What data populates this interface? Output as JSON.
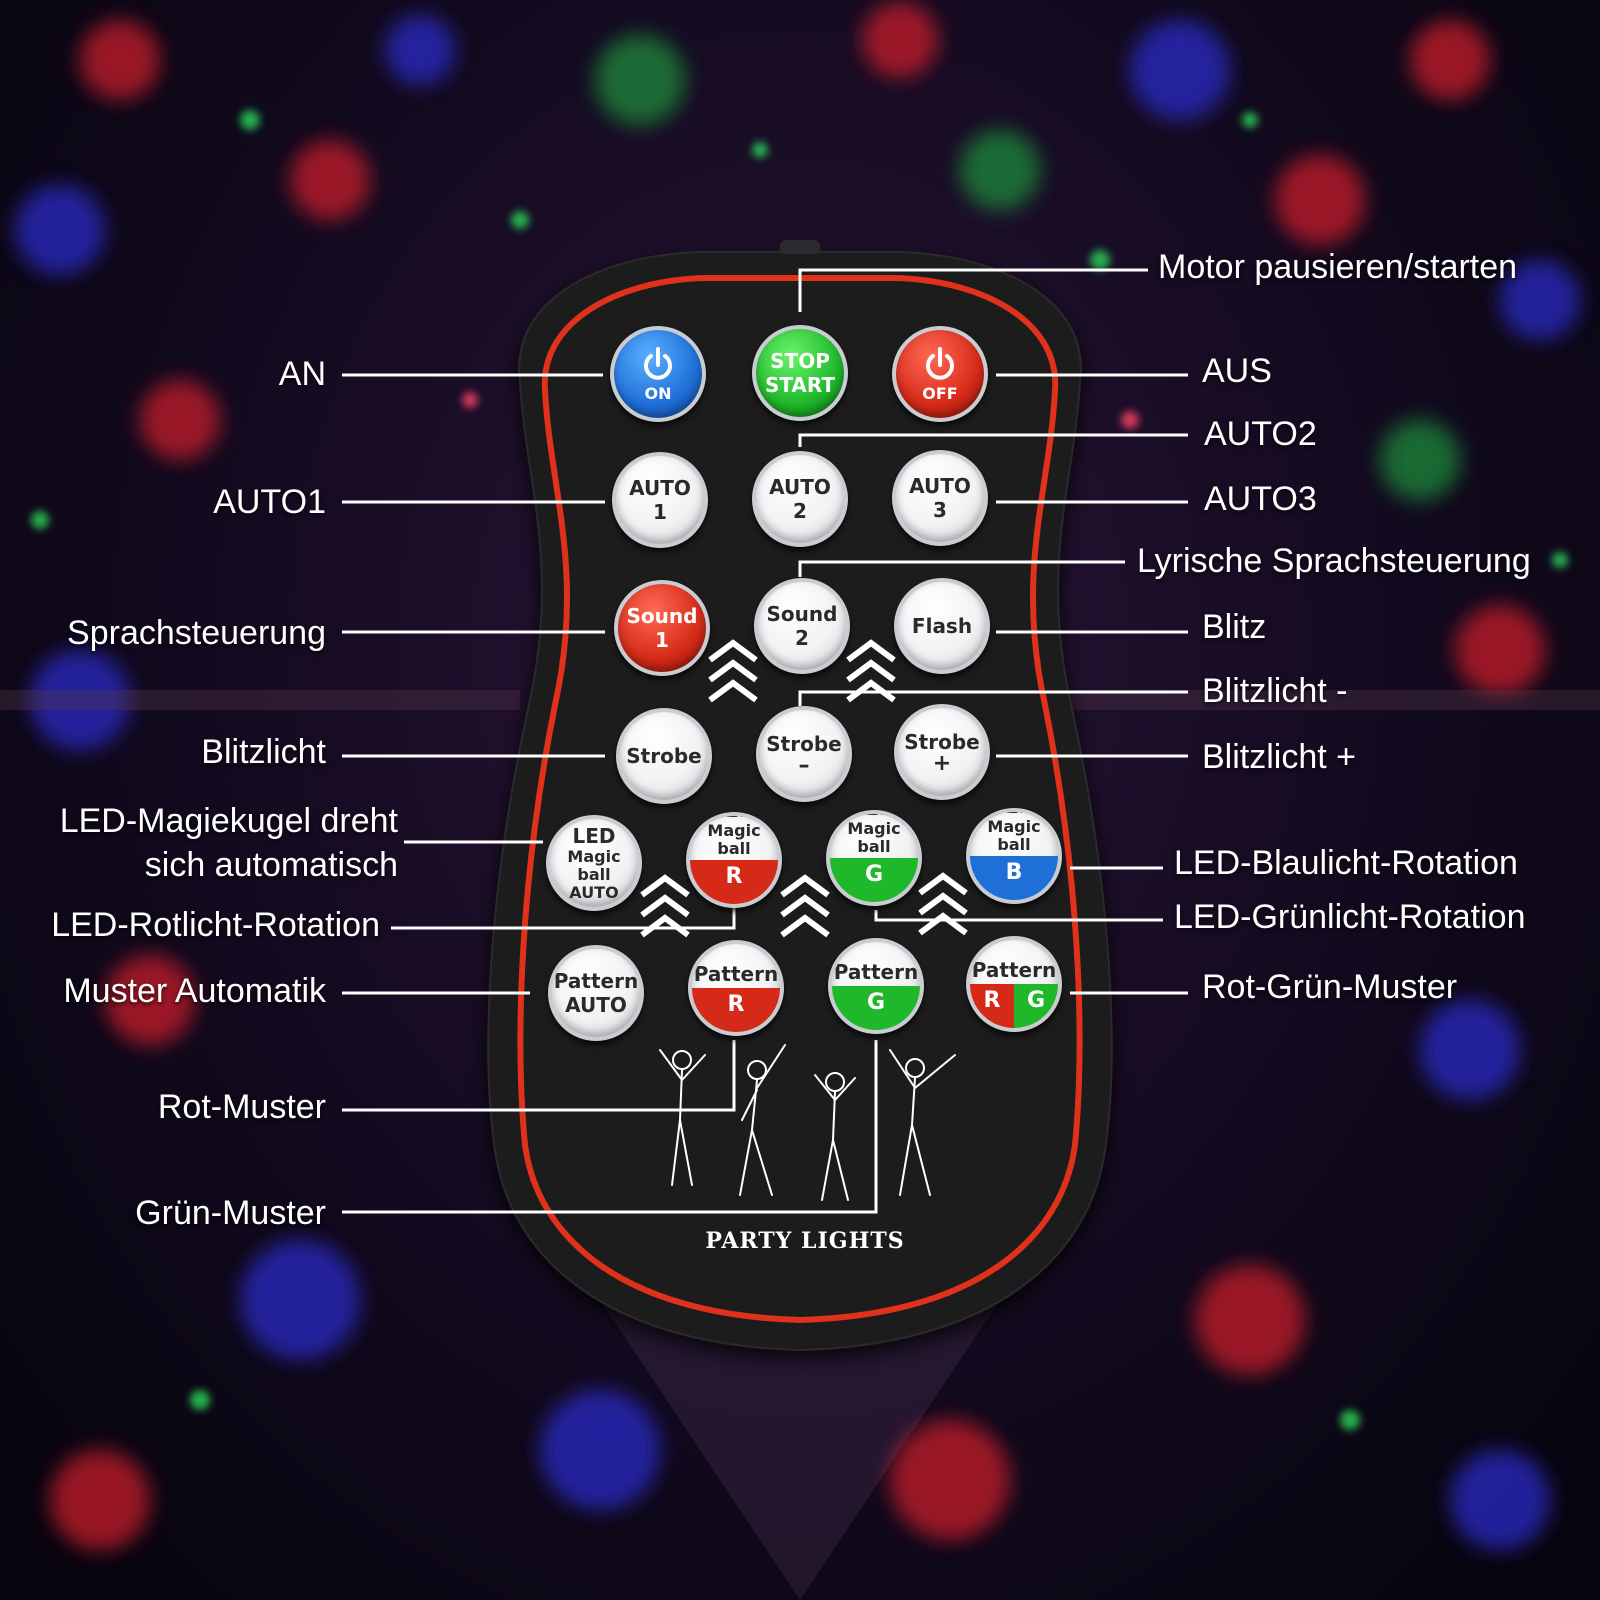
{
  "remote": {
    "brand": "PARTY LIGHTS",
    "colors": {
      "accent_ring": "#e0311b",
      "body": "#1c1d1f",
      "button_red": "#d52a18",
      "button_green": "#1fb82a",
      "button_blue": "#1f6fd8"
    },
    "buttons": {
      "on": {
        "icon": "power-icon",
        "label": "ON"
      },
      "stop_start": {
        "line1": "STOP",
        "line2": "START"
      },
      "off": {
        "icon": "power-icon",
        "label": "OFF"
      },
      "auto1": {
        "line1": "AUTO",
        "line2": "1"
      },
      "auto2": {
        "line1": "AUTO",
        "line2": "2"
      },
      "auto3": {
        "line1": "AUTO",
        "line2": "3"
      },
      "sound1": {
        "line1": "Sound",
        "line2": "1"
      },
      "sound2": {
        "line1": "Sound",
        "line2": "2"
      },
      "flash": {
        "line1": "Flash"
      },
      "strobe": {
        "line1": "Strobe"
      },
      "strobe_minus": {
        "line1": "Strobe",
        "line2": "–"
      },
      "strobe_plus": {
        "line1": "Strobe",
        "line2": "+"
      },
      "led_auto": {
        "line1": "LED",
        "line2": "Magic ball",
        "line3": "AUTO"
      },
      "led_r": {
        "line1": "LED",
        "line2": "Magic ball",
        "letter": "R"
      },
      "led_g": {
        "line1": "LED",
        "line2": "Magic ball",
        "letter": "G"
      },
      "led_b": {
        "line1": "LED",
        "line2": "Magic ball",
        "letter": "B"
      },
      "pattern_auto": {
        "line1": "Pattern",
        "line2": "AUTO"
      },
      "pattern_r": {
        "line1": "Pattern",
        "letter": "R"
      },
      "pattern_g": {
        "line1": "Pattern",
        "letter": "G"
      },
      "pattern_rg": {
        "line1": "Pattern",
        "letter1": "R",
        "letter2": "G"
      }
    }
  },
  "annotations": {
    "motor": "Motor pausieren/starten",
    "an": "AN",
    "aus": "AUS",
    "auto2": "AUTO2",
    "auto1": "AUTO1",
    "auto3": "AUTO3",
    "lyrische": "Lyrische Sprachsteuerung",
    "sprachsteuerung": "Sprachsteuerung",
    "blitz": "Blitz",
    "blitzlicht_minus": "Blitzlicht -",
    "blitzlicht": "Blitzlicht",
    "blitzlicht_plus": "Blitzlicht +",
    "led_magie_line1": "LED-Magiekugel dreht",
    "led_magie_line2": "sich automatisch",
    "led_blau": "LED-Blaulicht-Rotation",
    "led_rot": "LED-Rotlicht-Rotation",
    "led_gruen": "LED-Grünlicht-Rotation",
    "muster_auto": "Muster Automatik",
    "rot_gruen": "Rot-Grün-Muster",
    "rot_muster": "Rot-Muster",
    "gruen_muster": "Grün-Muster"
  }
}
